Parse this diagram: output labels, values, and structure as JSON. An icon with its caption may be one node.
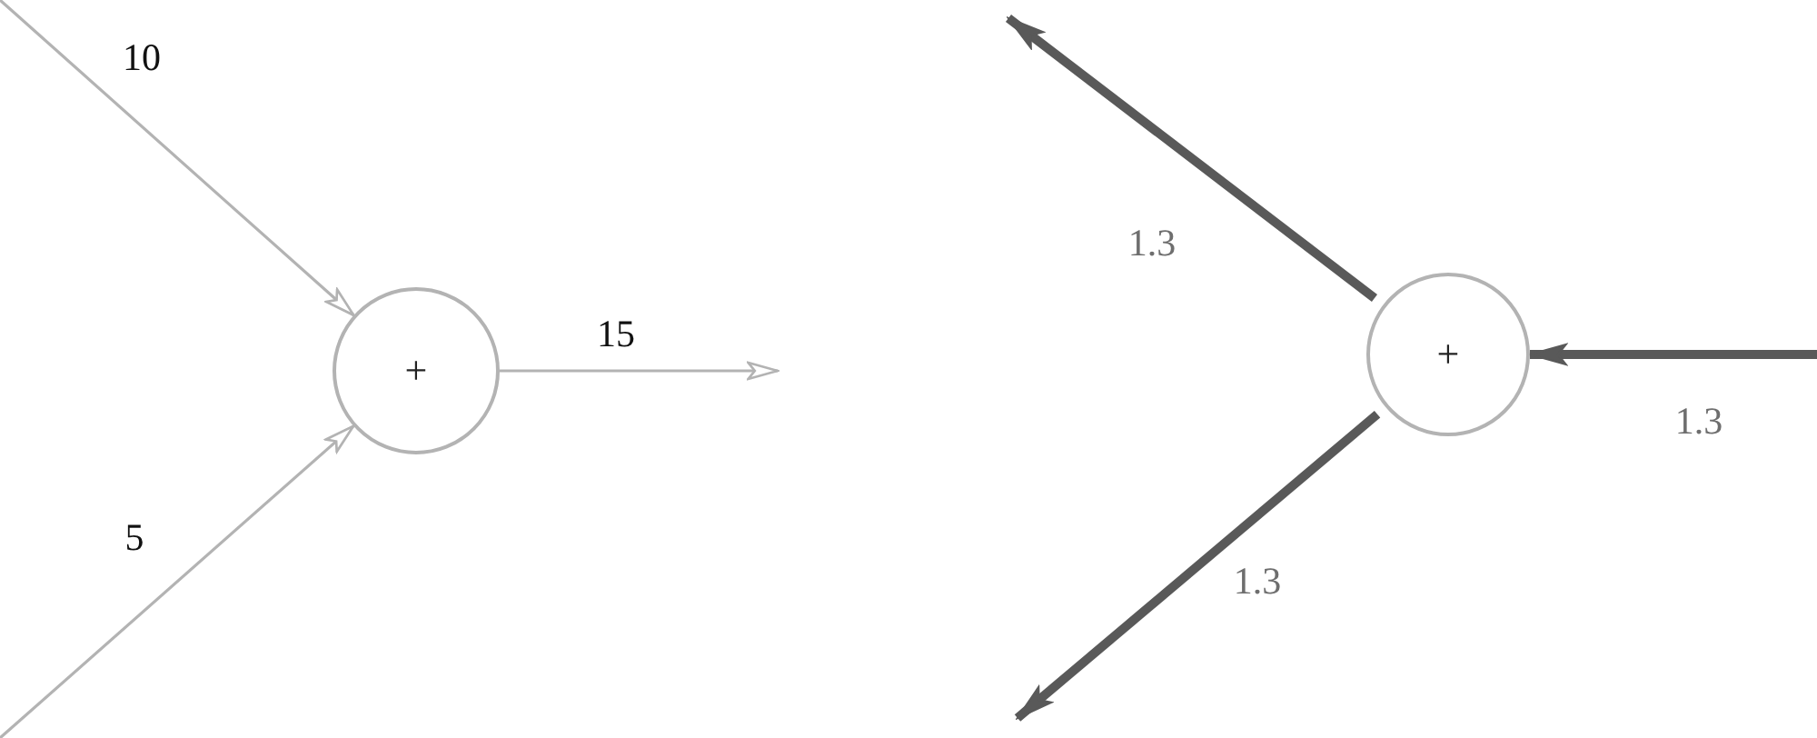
{
  "diagram": {
    "nodes": [
      {
        "text": [
          "+"
        ]
      },
      {
        "text": [
          "+"
        ]
      }
    ],
    "edges": [
      {
        "from": null,
        "to": 0,
        "arrow": "to",
        "label": "10"
      },
      {
        "from": null,
        "to": 0,
        "arrow": "to",
        "label": "5"
      },
      {
        "from": 0,
        "to": null,
        "arrow": "to",
        "label": "15"
      },
      {
        "from": 1,
        "to": null,
        "arrow": "to",
        "label": "1.3",
        "style": "thick",
        "color": "#595959"
      },
      {
        "from": 1,
        "to": null,
        "arrow": "to",
        "label": "1.3",
        "style": "thick",
        "color": "#595959"
      },
      {
        "from": null,
        "to": 1,
        "arrow": "to",
        "label": "1.3",
        "style": "thick",
        "color": "#595959"
      }
    ]
  }
}
